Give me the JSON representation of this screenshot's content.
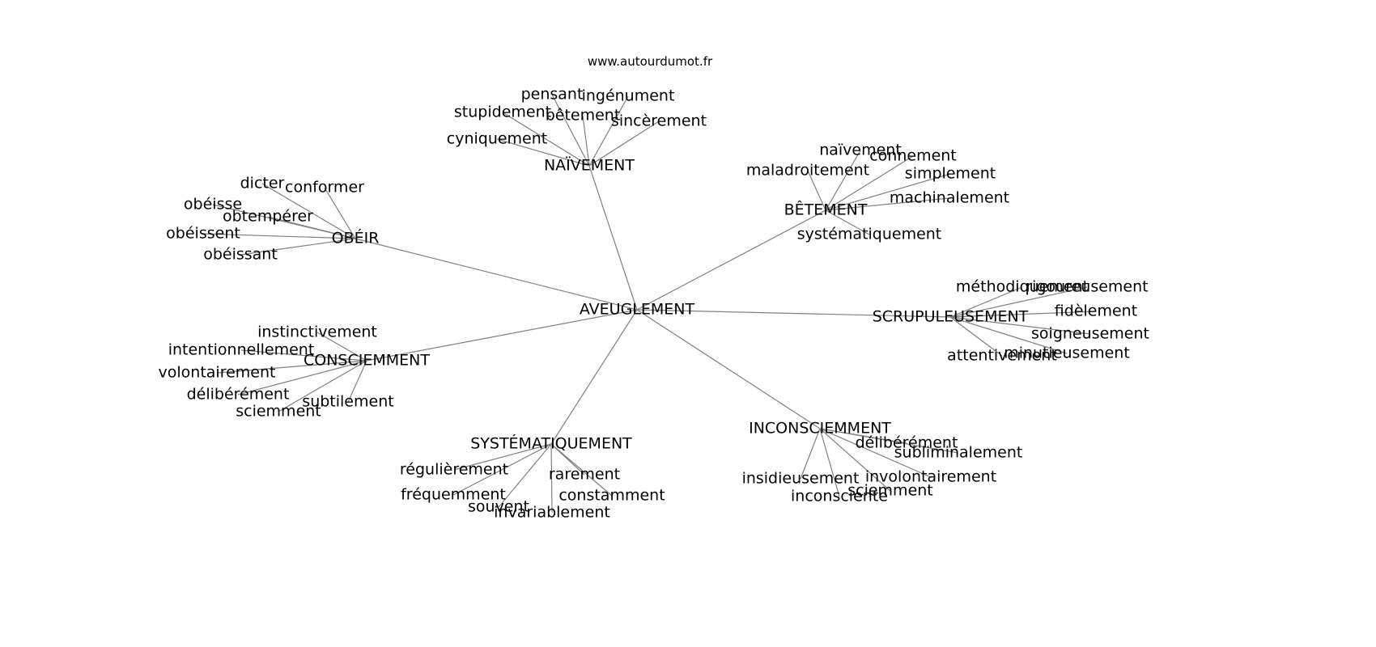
{
  "watermark": "www.autourdumot.fr",
  "graph": {
    "root": "AVEUGLEMENT",
    "hubs": [
      {
        "label": "NAÏVEMENT",
        "leaves": [
          "pensant",
          "ingénument",
          "stupidement",
          "bêtement",
          "sincèrement",
          "cyniquement"
        ]
      },
      {
        "label": "BÊTEMENT",
        "leaves": [
          "naïvement",
          "connement",
          "maladroitement",
          "simplement",
          "machinalement",
          "systématiquement"
        ]
      },
      {
        "label": "OBÉIR",
        "leaves": [
          "dicter",
          "conformer",
          "obéisse",
          "obtempérer",
          "obéissent",
          "obéissant"
        ]
      },
      {
        "label": "SCRUPULEUSEMENT",
        "leaves": [
          "méthodiquement",
          "rigoureusement",
          "fidèlement",
          "soigneusement",
          "attentivement",
          "minutieusement"
        ]
      },
      {
        "label": "CONSCIEMMENT",
        "leaves": [
          "instinctivement",
          "intentionnellement",
          "volontairement",
          "délibérément",
          "subtilement",
          "sciemment"
        ]
      },
      {
        "label": "INCONSCIEMMENT",
        "leaves": [
          "délibérément",
          "subliminalement",
          "involontairement",
          "insidieusement",
          "sciemment",
          "inconsciente"
        ]
      },
      {
        "label": "SYSTÉMATIQUEMENT",
        "leaves": [
          "régulièrement",
          "rarement",
          "fréquemment",
          "constamment",
          "souvent",
          "invariablement"
        ]
      }
    ]
  }
}
